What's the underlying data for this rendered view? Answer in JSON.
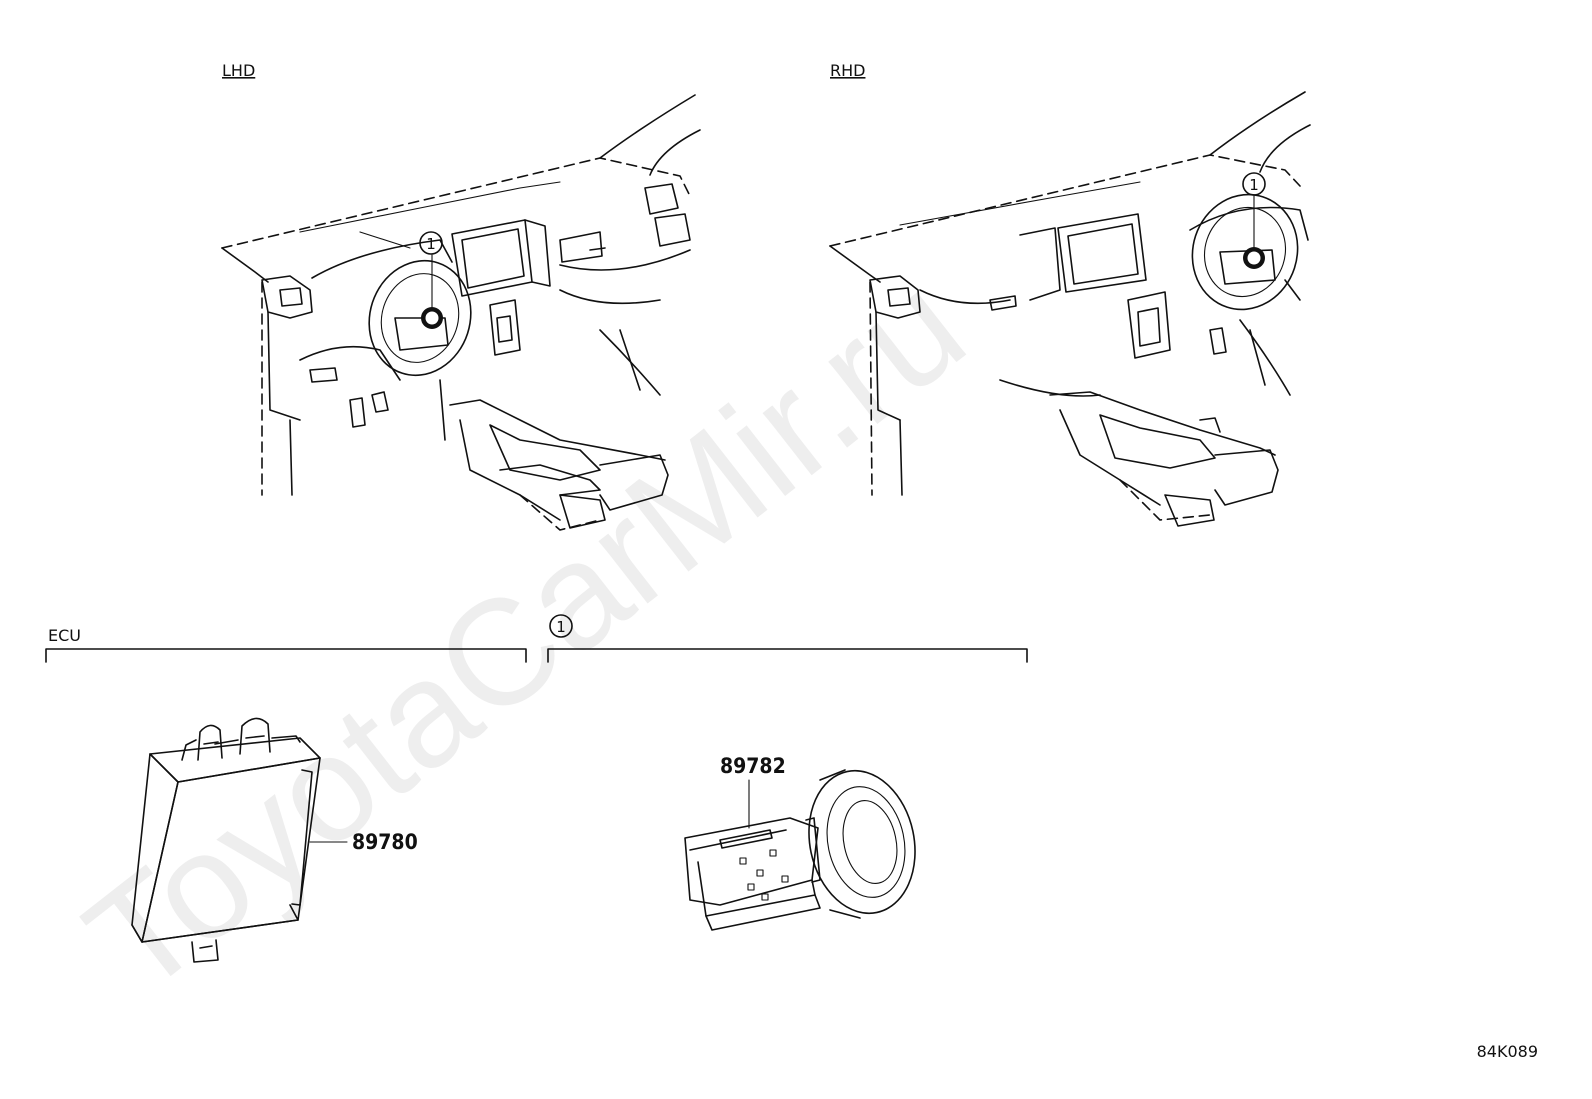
{
  "labels": {
    "lhd": "LHD",
    "rhd": "RHD",
    "ecu_section": "ECU",
    "callout_section": "1"
  },
  "callouts": {
    "lhd_callout": "1",
    "rhd_callout": "1"
  },
  "parts": {
    "ecu_part_number": "89780",
    "switch_part_number": "89782"
  },
  "diagram_code": "84K089",
  "watermark": "ToyotaCarMir.ru"
}
